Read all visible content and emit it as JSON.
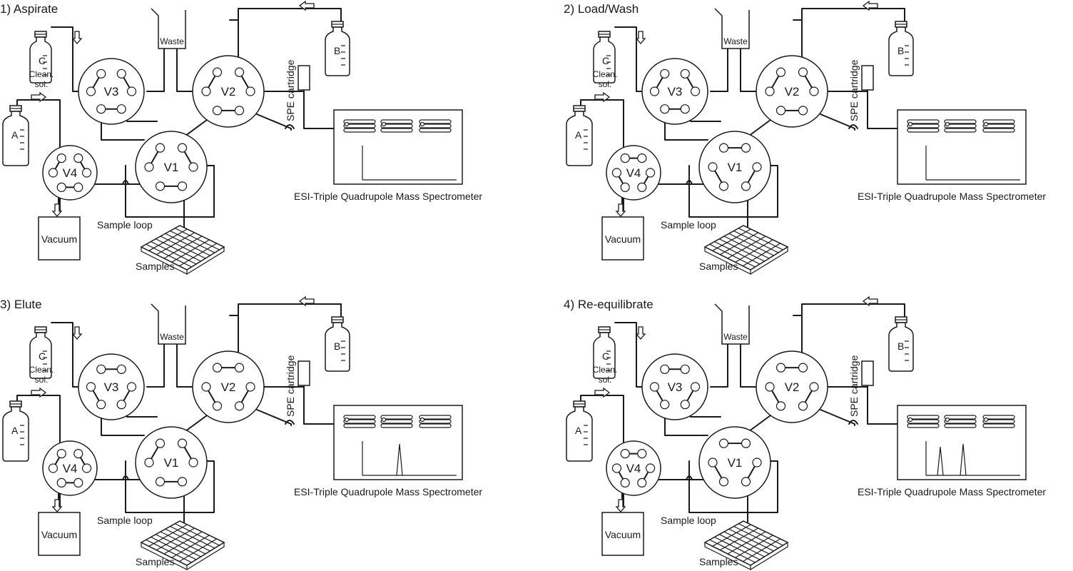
{
  "panels": [
    {
      "title": "1) Aspirate",
      "valve_state": {
        "V1": "a",
        "V2": "a",
        "V3": "a",
        "V4": "a"
      },
      "peaks": 0
    },
    {
      "title": "2) Load/Wash",
      "valve_state": {
        "V1": "b",
        "V2": "a",
        "V3": "a",
        "V4": "b"
      },
      "peaks": 0
    },
    {
      "title": "3) Elute",
      "valve_state": {
        "V1": "a",
        "V2": "b",
        "V3": "b",
        "V4": "a"
      },
      "peaks": 1
    },
    {
      "title": "4) Re-equilibrate",
      "valve_state": {
        "V1": "b",
        "V2": "b",
        "V3": "b",
        "V4": "b"
      },
      "peaks": 2
    }
  ],
  "labels": {
    "bottle_a": "A",
    "bottle_b": "B",
    "bottle_c": "C",
    "clean_line1": "Clean.",
    "clean_line2": "sol.",
    "waste": "Waste",
    "spe": "SPE  cartridge",
    "ms": "ESI-Triple Quadrupole Mass Spectrometer",
    "vacuum": "Vacuum",
    "sample_loop": "Sample loop",
    "samples": "Samples",
    "v1": "V1",
    "v2": "V2",
    "v3": "V3",
    "v4": "V4"
  },
  "colors": {
    "ink": "#1a1a1a",
    "paper": "#ffffff"
  }
}
